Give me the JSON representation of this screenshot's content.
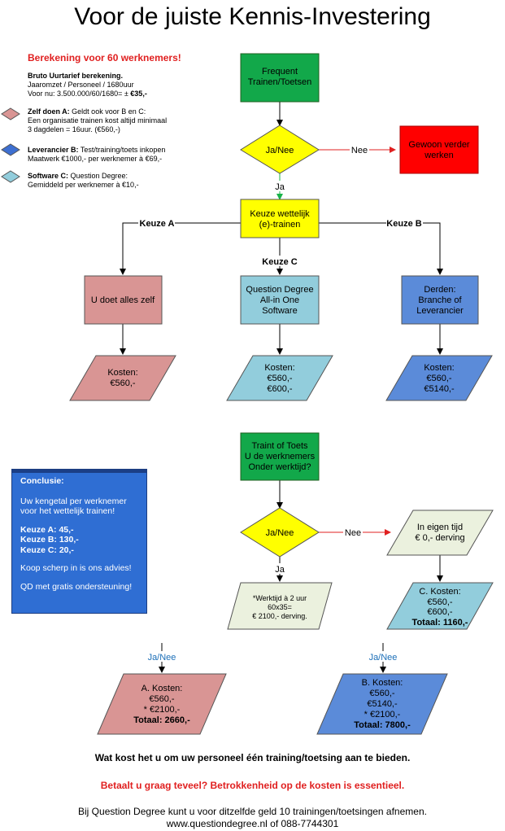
{
  "title": "Voor de juiste Kennis-Investering",
  "headline": "Berekening voor 60 werknemers!",
  "info": {
    "bruto_title": "Bruto Uurtarief berekening.",
    "bruto_line1": "Jaaromzet / Personeel / 1680uur",
    "bruto_line2": "Voor nu: 3.500.000/60/1680= ± ",
    "bruto_value": "€35,-",
    "a_title": "Zelf doen A:",
    "a_text1": " Geldt ook voor B en C:",
    "a_text2": "Een organisatie trainen kost altijd minimaal",
    "a_text3": "3 dagdelen = 16uur. (€560,-)",
    "b_title": "Leverancier B:",
    "b_text1": " Test/training/toets inkopen",
    "b_text2": "Maatwerk €1000,- per werknemer à €69,-",
    "c_title": "Software C:",
    "c_text1": " Question Degree:",
    "c_text2": "Gemiddeld per werknemer à €10,-"
  },
  "colors": {
    "green": "#12a84a",
    "yellow": "#ffff00",
    "red": "#ff0000",
    "pink": "#d99594",
    "lightblue": "#92cddc",
    "blue": "#5b8bd9",
    "cream": "#ebf1de",
    "conclusie": "#2f6ed3"
  },
  "flow": {
    "frequent": [
      "Frequent",
      "Trainen/Toetsen"
    ],
    "decision1": "Ja/Nee",
    "nee1": "Nee",
    "gewoon": [
      "Gewoon verder",
      "werken"
    ],
    "ja1": "Ja",
    "keuze": [
      "Keuze wettelijk",
      "(e)-trainen"
    ],
    "keuze_a": "Keuze A",
    "keuze_b": "Keuze B",
    "keuze_c": "Keuze C",
    "zelf": "U doet alles zelf",
    "qd": [
      "Question Degree",
      "All-in One",
      "Software"
    ],
    "derden": [
      "Derden:",
      "Branche of",
      "Leverancier"
    ],
    "kosten_a": [
      "Kosten:",
      "€560,-"
    ],
    "kosten_c": [
      "Kosten:",
      "€560,-",
      "€600,-"
    ],
    "kosten_b": [
      "Kosten:",
      "€560,-",
      "€5140,-"
    ],
    "traint": [
      "Traint of Toets",
      "U de werknemers",
      "Onder werktijd?"
    ],
    "decision2": "Ja/Nee",
    "nee2": "Nee",
    "eigen": [
      "In eigen tijd",
      "€ 0,- derving"
    ],
    "ja2": "Ja",
    "werktijd": [
      "*Werktijd à 2 uur",
      "60x35=",
      "€ 2100,- derving."
    ],
    "ckosten": [
      "C. Kosten:",
      "€560,-",
      "€600,-",
      "Totaal: 1160,-"
    ],
    "janee_left": "Ja/Nee",
    "janee_right": "Ja/Nee",
    "akosten": [
      "A. Kosten:",
      "€560,-",
      "* €2100,-",
      "Totaal: 2660,-"
    ],
    "bkosten": [
      "B. Kosten:",
      "€560,-",
      "€5140,-",
      "* €2100,-",
      "Totaal: 7800,-"
    ]
  },
  "conclusie": {
    "title": "Conclusie:",
    "line1": "Uw kengetal per werknemer",
    "line2": "voor het wettelijk trainen!",
    "ka": "Keuze A: 45,-",
    "kb": "Keuze B: 130,-",
    "kc": "Keuze C: 20,-",
    "advies": "Koop scherp in is ons advies!",
    "qd": "QD met gratis ondersteuning!"
  },
  "question1": "Wat kost het u om uw personeel één training/toetsing aan te bieden.",
  "question2": "Betaalt u graag teveel? Betrokkenheid op de kosten is essentieel.",
  "footer1": "Bij Question Degree kunt u voor ditzelfde geld 10 trainingen/toetsingen afnemen.",
  "footer2": "www.questiondegree.nl of 088-7744301"
}
